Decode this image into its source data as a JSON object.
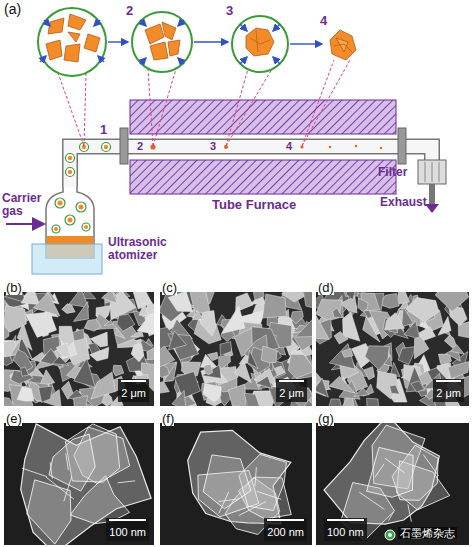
{
  "diagram": {
    "nodes": [
      {
        "text": [
          "(b)",
          "2 μm"
        ]
      },
      {
        "text": [
          "(c)",
          "2 μm"
        ]
      },
      {
        "text": [
          "(d)",
          "2 μm"
        ]
      },
      {
        "text": [
          "(e)",
          "100 nm"
        ]
      },
      {
        "text": [
          "(f)",
          "200 nm"
        ]
      },
      {
        "text": [
          "(g)",
          "100 nm"
        ]
      }
    ],
    "labels": [
      "(a)",
      "2",
      "3",
      "4",
      "1",
      "2",
      "3",
      "4",
      "Carrier gas",
      "Ultrasonic atomizer",
      "Tube Furnace",
      "Filter",
      "Exhaust",
      "石墨烯杂志"
    ]
  }
}
